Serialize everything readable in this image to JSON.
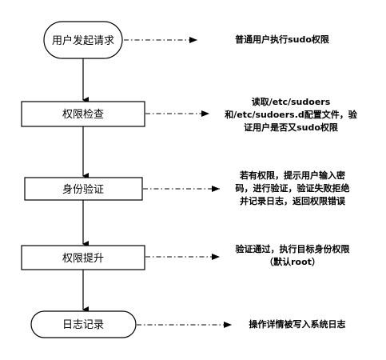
{
  "steps": [
    {
      "label": "用户发起请求",
      "note": [
        "普通用户执行sudo权限"
      ]
    },
    {
      "label": "权限检查",
      "note": [
        "读取/etc/sudoers",
        "和/etc/sudoers.d配置文件，验",
        "证用户是否又sudo权限"
      ]
    },
    {
      "label": "身份验证",
      "note": [
        "若有权限，提示用户输入密",
        "码，进行验证，验证失败拒绝",
        "并记录日志，返回权限错误"
      ]
    },
    {
      "label": "权限提升",
      "note": [
        "验证通过，执行目标身份权限",
        "（默认root）"
      ]
    },
    {
      "label": "日志记录",
      "note": [
        "操作详情被写入系统日志"
      ]
    }
  ]
}
